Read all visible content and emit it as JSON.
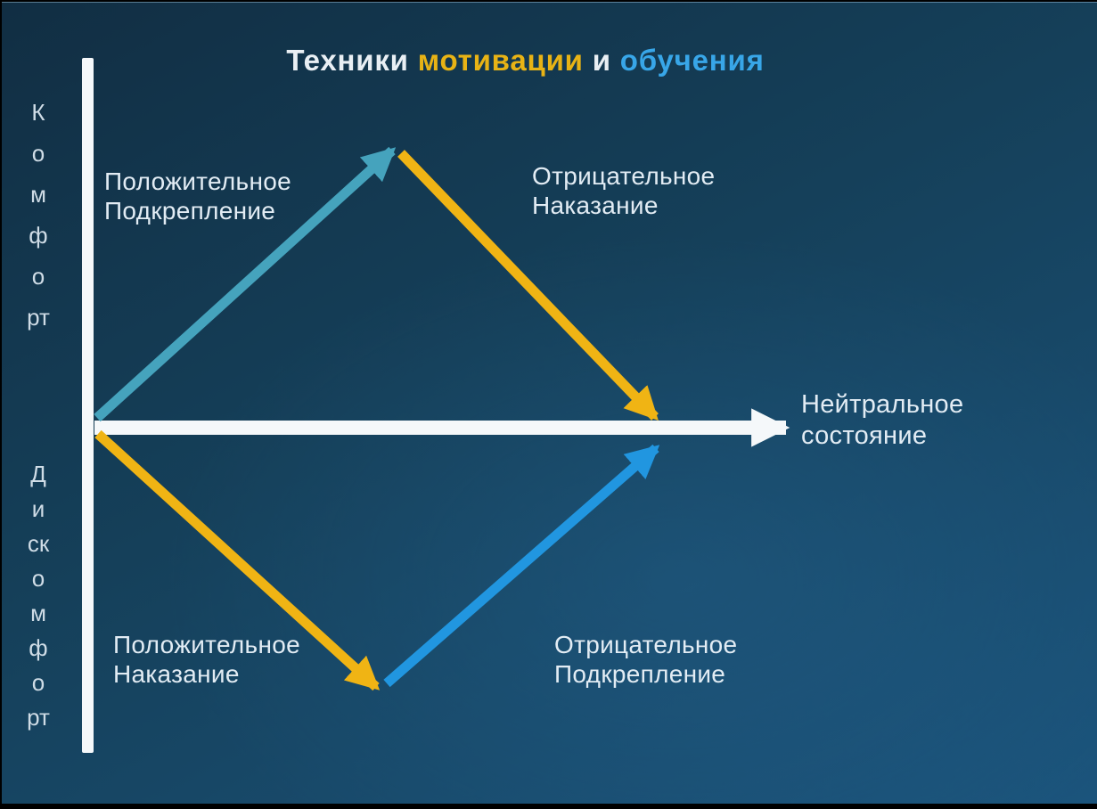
{
  "slide": {
    "title": {
      "part1": "Техники ",
      "part2": "мотивации",
      "part3": " и ",
      "part4": "обучения"
    },
    "y_axis": {
      "top_label": "Комфорт",
      "bottom_label": "Дискомфорт"
    },
    "x_axis": {
      "label_line1": "Нейтральное",
      "label_line2": "состояние"
    },
    "quadrant_labels": {
      "top_left_line1": "Положительное",
      "top_left_line2": "Подкрепление",
      "top_right_line1": "Отрицательное",
      "top_right_line2": "Наказание",
      "bottom_left_line1": "Положительное",
      "bottom_left_line2": "Наказание",
      "bottom_right_line1": "Отрицательное",
      "bottom_right_line2": "Подкрепление"
    },
    "arrows": {
      "positive_reinforcement_color": "#45a3bd",
      "negative_punishment_color": "#f0b414",
      "positive_punishment_color": "#f0b414",
      "negative_reinforcement_color": "#2196e0",
      "axis_color": "#f5f8fa"
    },
    "colors": {
      "bg-top": "#112e43",
      "bg-mid": "#15405a",
      "bg-bottom": "#1b547c",
      "title-white": "#e9eff4",
      "title-yellow": "#e8b315",
      "title-blue": "#38a6e8",
      "arrow-teal": "#45a3bd",
      "arrow-gold": "#f0b414",
      "arrow-blue": "#2196e0",
      "axis-white": "#f5f8fa",
      "label-text": "#e2ecf4",
      "axis-text": "#cfdce6"
    }
  }
}
